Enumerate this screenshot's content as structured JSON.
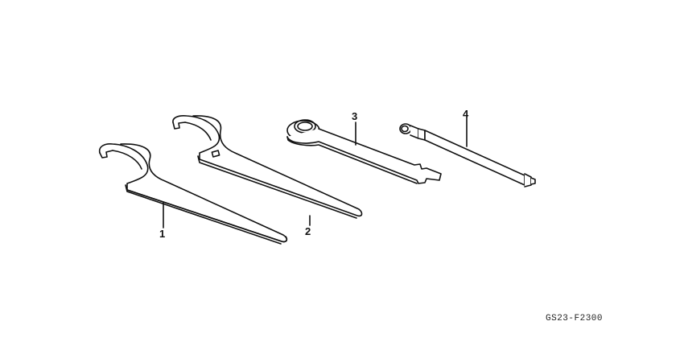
{
  "diagram": {
    "type": "parts-exploded-view",
    "parts": [
      {
        "number": "1",
        "name": "hook-spanner-wrench-large"
      },
      {
        "number": "2",
        "name": "hook-spanner-wrench"
      },
      {
        "number": "3",
        "name": "ring-wrench"
      },
      {
        "number": "4",
        "name": "socket-wrench-bar"
      }
    ],
    "callouts": {
      "part1": "1",
      "part2": "2",
      "part3": "3",
      "part4": "4"
    },
    "figure_code": "GS23-F2300"
  },
  "colors": {
    "line": "#111111",
    "background": "#ffffff"
  }
}
